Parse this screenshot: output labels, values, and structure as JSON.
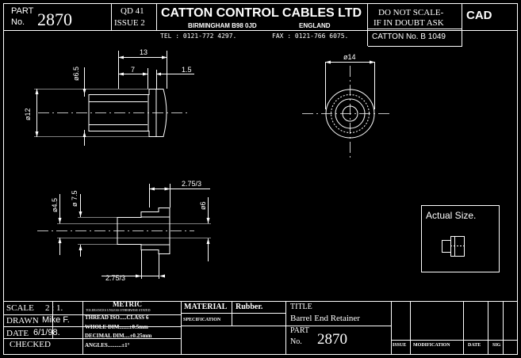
{
  "header": {
    "part_label": "PART",
    "no_label": "No.",
    "part_number": "2870",
    "qd_code": "QD 41",
    "issue": "ISSUE 2",
    "company": "CATTON CONTROL CABLES LTD",
    "city": "BIRMINGHAM B98 0JD",
    "country": "ENGLAND",
    "tel": "TEL : 0121-772 4297.",
    "fax": "FAX : 0121-766 6075.",
    "do_not_scale_1": "DO NOT SCALE-",
    "do_not_scale_2": "IF IN DOUBT ASK",
    "cad": "CAD",
    "catton_no": "CATTON No. B 1049"
  },
  "dimensions": {
    "d13": "13",
    "d7": "7",
    "d15": "1.5",
    "d65": "ø6.5",
    "d12": "ø12",
    "d14": "ø14",
    "d275_top": "2.75/3",
    "d75": "ø 7.5",
    "d45": "ø4.5",
    "d6": "ø6",
    "d275_bottom": "2.75/3"
  },
  "actual_size": {
    "label": "Actual Size."
  },
  "title_block": {
    "scale_label": "SCALE",
    "scale_value": "2 : 1.",
    "metric": "METRIC",
    "metric_note": "TOLERANCES UNLESS OTHERWISE STATED",
    "drawn_label": "DRAWN",
    "drawn_value": "Mike F.",
    "date_label": "DATE",
    "date_value": "6/1/98.",
    "checked_label": "CHECKED",
    "thread": "THREAD ISO.....CLASS 6",
    "whole": "WHOLE DIM.......±0.5mm",
    "decimal": "DECIMAL DIM....±0.25mm",
    "angles": "ANGLES..........±1°",
    "material_label": "MATERIAL",
    "material_value": "Rubber.",
    "specification_label": "SPECIFICATION",
    "title_label": "TITLE",
    "title_value": "Barrel End Retainer",
    "part_label": "PART",
    "no_label": "No.",
    "part_number": "2870",
    "rev_issue": "ISSUE",
    "rev_modification": "MODIFICATION",
    "rev_date": "DATE",
    "rev_sig": "SIG"
  }
}
